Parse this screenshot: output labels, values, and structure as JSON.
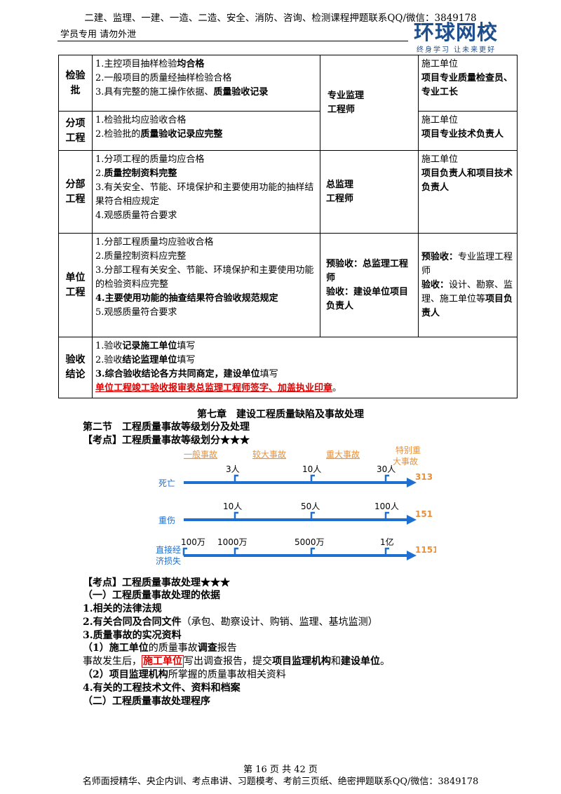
{
  "header": {
    "top_line": "二建、监理、一建、一造、二造、安全、消防、咨询、检测课程押题联系QQ/微信：3849178",
    "left_note": "学员专用 请勿外泄",
    "logo_main": "环球网校",
    "logo_sub": "终身学习 让未来更好"
  },
  "table": {
    "rows": [
      {
        "level": [
          "检验",
          "批"
        ],
        "items": [
          [
            {
              "t": "1.主控项目抽样检验"
            },
            {
              "t": "均合格",
              "b": true
            }
          ],
          [
            {
              "t": "2.一般项目的质量经抽样检验合格"
            }
          ],
          [
            {
              "t": "3.具有完整的施工操作依据、"
            },
            {
              "t": "质量验收记录",
              "b": true
            }
          ]
        ],
        "org": [],
        "sign": [
          [
            {
              "t": "施工单位"
            }
          ],
          [
            {
              "t": "项目专业质量检查员、专业工长",
              "b": true
            }
          ]
        ]
      },
      {
        "level": [
          "分项",
          "工程"
        ],
        "items": [
          [
            {
              "t": "1.检验批均应验收合格"
            }
          ],
          [
            {
              "t": "2.检验批的"
            },
            {
              "t": "质量验收记录应完整",
              "b": true
            }
          ]
        ],
        "org": [],
        "sign": [
          [
            {
              "t": "施工单位"
            }
          ],
          [
            {
              "t": "项目专业技术负责人",
              "b": true
            }
          ]
        ]
      },
      {
        "level": [
          "分部",
          "工程"
        ],
        "items": [
          [
            {
              "t": "1.分项工程的质量均应合格"
            }
          ],
          [
            {
              "t": "2."
            },
            {
              "t": "质量控制资料完整",
              "b": true
            }
          ],
          [
            {
              "t": "3.有关安全、节能、环境保护和主要使用功能的抽样结果符合相应规定"
            }
          ],
          [
            {
              "t": "4.观感质量符合要求"
            }
          ]
        ],
        "org": [
          [
            {
              "t": "总监理",
              "b": true
            }
          ],
          [
            {
              "t": "工程师",
              "b": true
            }
          ]
        ],
        "sign": [
          [
            {
              "t": "施工单位"
            }
          ],
          [
            {
              "t": "项目负责人和项目技术负责人",
              "b": true
            }
          ]
        ]
      },
      {
        "level": [
          "单位",
          "工程"
        ],
        "items": [
          [
            {
              "t": "1.分部工程质量均应验收合格"
            }
          ],
          [
            {
              "t": "2.质量控制资料应完整"
            }
          ],
          [
            {
              "t": "3.分部工程有关安全、节能、环境保护和主要使用功能的检验资料应完整"
            }
          ],
          [
            {
              "t": "4.主要使用功能的抽查结果符合验收规范规定",
              "b": true
            }
          ],
          [
            {
              "t": "5.观感质量符合要求"
            }
          ]
        ],
        "org": [
          [
            {
              "t": "预验收：总监理工程师",
              "b": true
            }
          ],
          [
            {
              "t": "验收：建设单位项目负责人",
              "b": true
            }
          ]
        ],
        "sign": [
          [
            {
              "t": "预验收：",
              "b": true
            },
            {
              "t": "专业监理工程师"
            }
          ],
          [
            {
              "t": "验收：",
              "b": true
            },
            {
              "t": "设计、勘察、监理、施工单位等"
            },
            {
              "t": "项目负责人",
              "b": true
            }
          ]
        ]
      },
      {
        "level": [
          "验收",
          "结论"
        ],
        "items": [
          [
            {
              "t": "1.验收"
            },
            {
              "t": "记录施工单位",
              "b": true
            },
            {
              "t": "填写"
            }
          ],
          [
            {
              "t": "2.验收"
            },
            {
              "t": "结论监理单位",
              "b": true
            },
            {
              "t": "填写"
            }
          ],
          [
            {
              "t": "3.综合验收结论各方共同商定，建设单位",
              "b": true
            },
            {
              "t": "填写"
            }
          ],
          [
            {
              "t": "单位工程竣工验收报审表总监理工程师签字、加盖执业印章",
              "r": true
            },
            {
              "t": "。"
            }
          ]
        ],
        "merged": true
      }
    ],
    "col3_shared": [
      "专业监理",
      "工程师"
    ]
  },
  "chapter_title": "第七章　建设工程质量缺陷及事故处理",
  "section_title": "第二节　工程质量事故等级划分及处理",
  "kp1": "【考点】工程质量事故等级划分★★★",
  "diagram": {
    "categories": [
      "一般事故",
      "较大事故",
      "重大事故",
      "特别重大事故"
    ],
    "cat_special_line1": "特别重",
    "cat_special_line2": "大事故",
    "rows": [
      {
        "label": "死亡",
        "ticks": [
          "3人",
          "10人",
          "30人"
        ],
        "total": "313"
      },
      {
        "label": "重伤",
        "ticks": [
          "10人",
          "50人",
          "100人"
        ],
        "total": "151"
      },
      {
        "label_line1": "直接经",
        "label_line2": "济损失",
        "ticks": [
          "100万",
          "1000万",
          "5000万",
          "1亿"
        ],
        "total": "1151"
      }
    ],
    "colors": {
      "arrow": "#1f6fd1",
      "label": "#1f6fd1",
      "category": "#e8903a",
      "total": "#e8903a"
    }
  },
  "kp2": "【考点】工程质量事故处理★★★",
  "lines": [
    {
      "t": "（一）工程质量事故处理的依据",
      "b": true
    },
    {
      "t": "1.相关的法律法规",
      "b": true
    },
    {
      "t": "2.有关合同及合同文件",
      "b": true,
      "extra": "（承包、勘察设计、购销、监理、基坑监测）"
    },
    {
      "t": "3.质量事故的实况资料",
      "b": true
    },
    {
      "t1": "（1）",
      "t2": "施工单位",
      "t3": "的质量事故",
      "t4": "调查",
      "t5": "报告"
    },
    {
      "p1": "事故发生后，",
      "p2": "施工单位",
      "p3": "写出调查报告，提交",
      "p4": "项目监理机构",
      "p5": "和",
      "p6": "建设单位",
      "p7": "。"
    },
    {
      "q1": "（2）",
      "q2": "项目监理机构",
      "q3": "所掌握的质量事故相关资料"
    },
    {
      "t": "4.有关的工程技术文件、资料和档案",
      "b": true
    },
    {
      "t": "（二）工程质量事故处理程序",
      "b": true
    }
  ],
  "footer": {
    "page": "第 16 页 共 42 页",
    "line": "名师面授精华、央企内训、考点串讲、习题模考、考前三页纸、绝密押题联系QQ/微信：3849178"
  }
}
